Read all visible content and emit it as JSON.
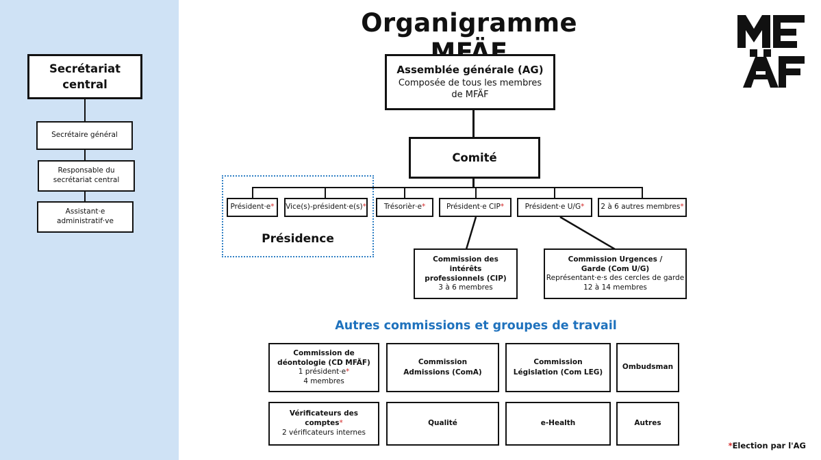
{
  "title": "Organigramme MFÄF",
  "logo": {
    "text": "MFÄF"
  },
  "sidebar": {
    "central": {
      "label": "Secrétariat central"
    },
    "items": [
      {
        "label": "Secrétaire général"
      },
      {
        "label": "Responsable du secrétariat central"
      },
      {
        "label": "Assistant·e administratif·ve"
      }
    ]
  },
  "ag": {
    "title": "Assemblée générale (AG)",
    "subtitle": "Composée de tous les membres de MFÄF"
  },
  "comite": {
    "label": "Comité"
  },
  "comite_members": {
    "president": "Président·e",
    "vice_president": "Vice(s)-président·e(s)",
    "tresorier": "Trésorièr·e",
    "president_cip": "Président·e CIP",
    "president_ug": "Président·e U/G",
    "autres_membres": "2 à 6 autres membres"
  },
  "presidence": {
    "label": "Présidence"
  },
  "cip": {
    "title": "Commission des intérêts professionnels (CIP)",
    "members": "3 à 6 membres"
  },
  "com_ug": {
    "title": "Commission Urgences / Garde (Com U/G)",
    "subtitle": "Représentant·e·s des  cercles de garde",
    "members": "12 à 14 membres"
  },
  "others": {
    "heading": "Autres commissions et groupes de travail",
    "deontologie": {
      "title": "Commission de déontologie (CD MFÄF)",
      "line1": "1 président·e",
      "line2": "4 membres"
    },
    "admissions": "Commission Admissions (ComA)",
    "legislation": "Commission Législation (Com LEG)",
    "ombudsman": "Ombudsman",
    "verificateurs": {
      "title": "Vérificateurs des comptes",
      "subtitle": "2 vérificateurs internes"
    },
    "qualite": "Qualité",
    "ehealth": "e-Health",
    "autres": "Autres"
  },
  "footnote": {
    "star": "*",
    "text": "Election par l'AG"
  },
  "colors": {
    "sidebar_bg": "#cfe2f5",
    "accent_blue": "#1f72bd",
    "dotted_frame": "#2f7fc4",
    "star_red": "#d32626"
  }
}
